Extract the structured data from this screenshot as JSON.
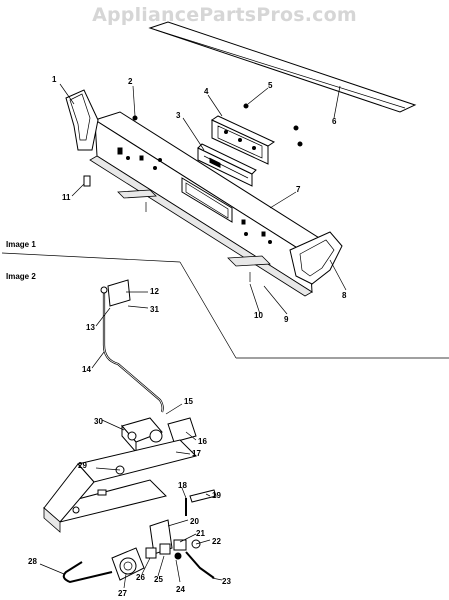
{
  "watermark": "AppliancePartsPros.com",
  "sections": {
    "image1": "Image 1",
    "image2": "Image 2"
  },
  "callouts": [
    "1",
    "2",
    "3",
    "4",
    "5",
    "6",
    "7",
    "8",
    "9",
    "10",
    "11",
    "12",
    "13",
    "14",
    "15",
    "16",
    "17",
    "18",
    "19",
    "20",
    "21",
    "22",
    "23",
    "24",
    "25",
    "26",
    "27",
    "28",
    "29",
    "30",
    "31"
  ]
}
